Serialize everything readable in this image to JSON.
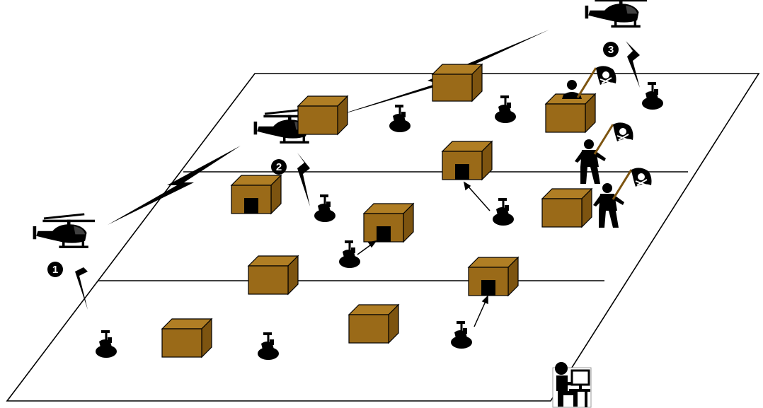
{
  "colors": {
    "background": "#ffffff",
    "outline": "#000000",
    "box_front": "#9a6a18",
    "box_top": "#b07e24",
    "box_side": "#7d5410",
    "silhouette": "#000000"
  },
  "markers": [
    {
      "id": "1",
      "label": "1"
    },
    {
      "id": "2",
      "label": "2"
    },
    {
      "id": "3",
      "label": "3"
    }
  ],
  "icons": {
    "helicopter": "helicopter-icon",
    "robot": "robot-icon",
    "building": "building-icon",
    "person_with_flag": "pirate-flag-person-icon",
    "operator": "operator-workstation-icon"
  }
}
